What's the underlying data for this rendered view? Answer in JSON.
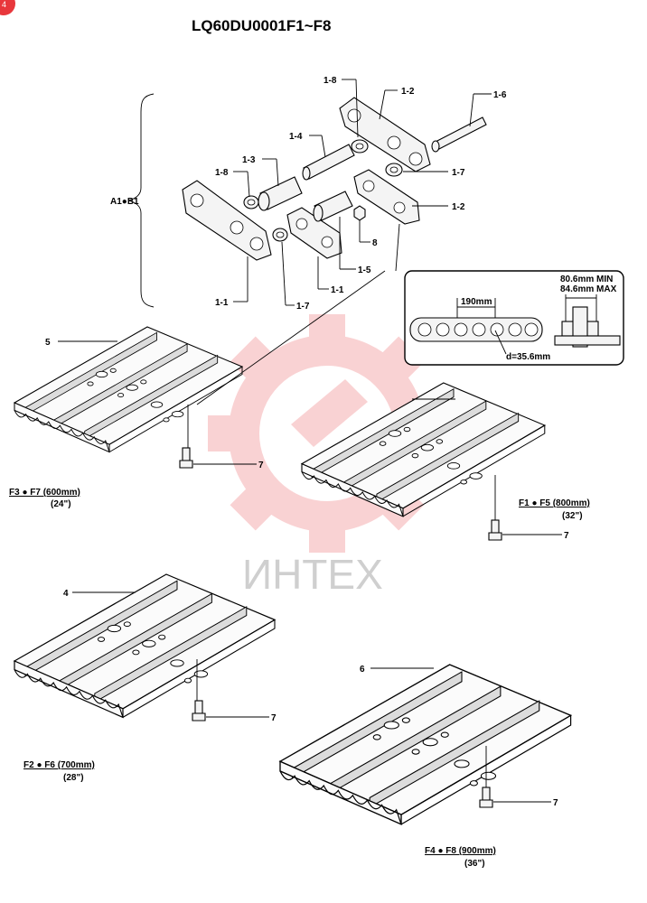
{
  "header": {
    "title": "LQ60DU0001F1~F8",
    "corner_badge": "4"
  },
  "watermark": {
    "text": "ИНТЕХ",
    "color": "#e8373c"
  },
  "callouts": {
    "bracket_group": "A1●B1",
    "p_1_1_left": "1-1",
    "p_1_1_right": "1-1",
    "p_1_2_top": "1-2",
    "p_1_2_right": "1-2",
    "p_1_3": "1-3",
    "p_1_4": "1-4",
    "p_1_5": "1-5",
    "p_1_6": "1-6",
    "p_1_7_right": "1-7",
    "p_1_7_bottom": "1-7",
    "p_1_8_top": "1-8",
    "p_1_8_left": "1-8",
    "p_8": "8",
    "p_5": "5",
    "p_4": "4",
    "p_6": "6",
    "bolt_a": "7",
    "bolt_b": "7",
    "bolt_c": "7",
    "bolt_d": "7"
  },
  "inset": {
    "pitch": "190mm",
    "pin_diameter": "d=35.6mm",
    "min_label": "80.6mm MIN",
    "max_label": "84.6mm MAX"
  },
  "shoe_captions": {
    "f3f7": {
      "model": "F3 ● F7 (600mm)",
      "inches": "(24\")"
    },
    "f1f5": {
      "model": "F1 ● F5 (800mm)",
      "inches": "(32\")"
    },
    "f2f6": {
      "model": "F2 ● F6 (700mm)",
      "inches": "(28\")"
    },
    "f4f8": {
      "model": "F4 ● F8 (900mm)",
      "inches": "(36\")"
    }
  }
}
